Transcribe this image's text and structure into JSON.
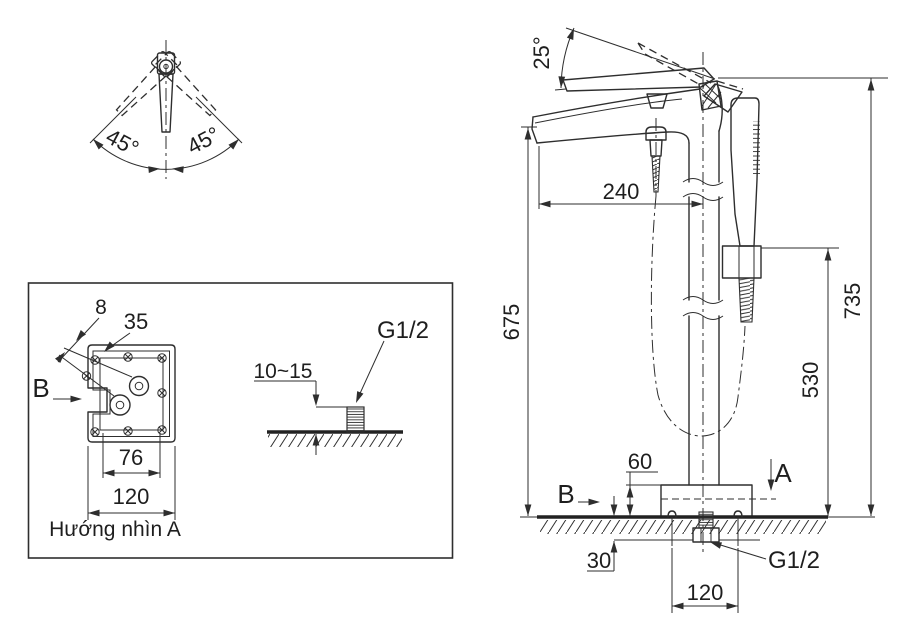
{
  "drawing": {
    "swing_diagram": {
      "left_angle": "45°",
      "right_angle": "45°"
    },
    "plan_view": {
      "slot_width": "8",
      "slot_length": "35",
      "view_label": "B",
      "inner_width": "76",
      "outer_width": "120",
      "caption": "Hướng nhìn A"
    },
    "floor_stub": {
      "protrusion": "10~15",
      "thread": "G1/2"
    },
    "elevation": {
      "handle_angle": "25°",
      "spout_reach": "240",
      "spout_height": "675",
      "total_height": "735",
      "holder_height": "530",
      "base_height": "60",
      "view_a": "A",
      "view_b": "B",
      "floor_depth": "30",
      "bolt_spacing": "120",
      "thread": "G1/2"
    },
    "colors": {
      "line": "#2e2e2e",
      "background": "#ffffff"
    }
  }
}
